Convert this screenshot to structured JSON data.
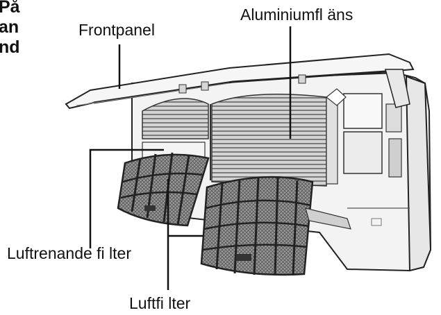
{
  "header_fragments": [
    "På",
    "an",
    "nd"
  ],
  "labels": {
    "front_panel": "Frontpanel",
    "aluminium_fins": "Aluminiumfl äns",
    "air_purifying_filter": "Luftrenande fi lter",
    "air_filter": "Luftfi lter"
  },
  "colors": {
    "line": "#111111",
    "body_fill": "#f2f2f2",
    "filter_fill": "#8a8a8a",
    "fin_fill": "#c9c9c9"
  }
}
